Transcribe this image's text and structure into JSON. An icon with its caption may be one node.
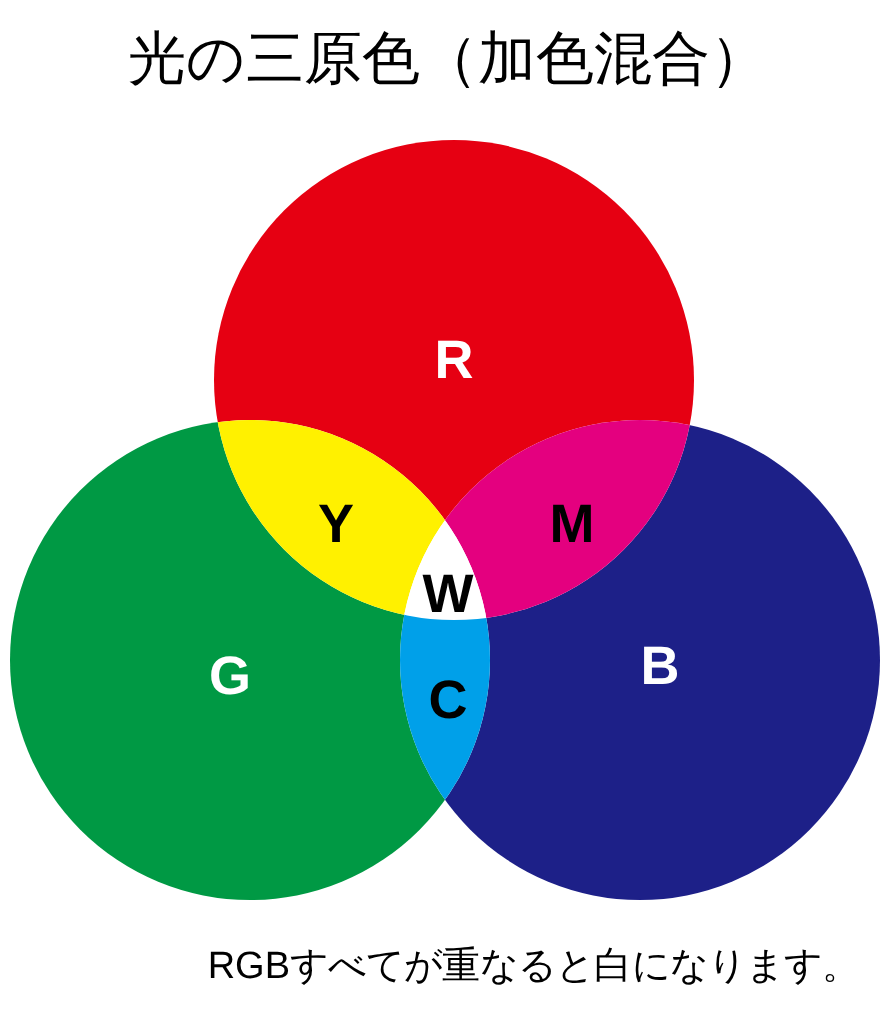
{
  "diagram": {
    "title": "光の三原色（加色混合）",
    "caption": "RGBすべてが重なると白になります。",
    "nodes": [
      {
        "text": [
          "R"
        ]
      },
      {
        "text": [
          "G"
        ]
      },
      {
        "text": [
          "B"
        ]
      },
      {
        "text": [
          "Y"
        ]
      },
      {
        "text": [
          "M"
        ]
      },
      {
        "text": [
          "W"
        ]
      },
      {
        "text": [
          "C"
        ]
      }
    ]
  }
}
